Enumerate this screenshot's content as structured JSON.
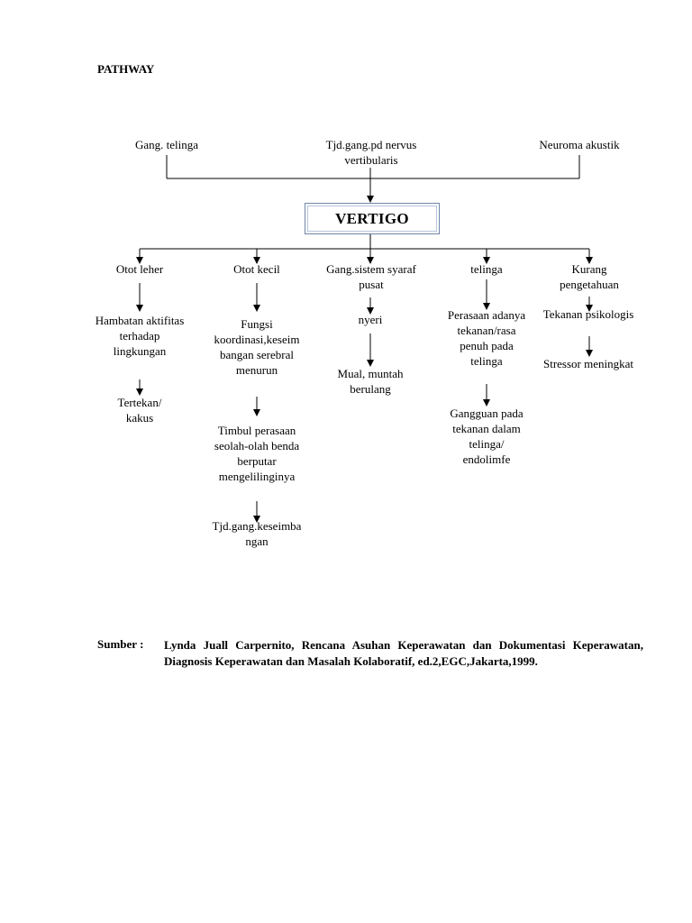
{
  "title": "PATHWAY",
  "causes": {
    "gang_telinga": "Gang. telinga",
    "nervus": [
      "Tjd.gang.pd nervus",
      "vertibularis"
    ],
    "neuroma": "Neuroma akustik"
  },
  "center": "VERTIGO",
  "branches": {
    "otot_leher": {
      "head": "Otot leher",
      "step1": [
        "Hambatan aktifitas",
        "terhadap",
        "lingkungan"
      ],
      "step2": [
        "Tertekan/",
        "kakus"
      ]
    },
    "otot_kecil": {
      "head": "Otot kecil",
      "step1": [
        "Fungsi",
        "koordinasi,keseim",
        "bangan serebral",
        "menurun"
      ],
      "step2": [
        "Timbul perasaan",
        "seolah-olah benda",
        "berputar",
        "mengelilinginya"
      ],
      "step3": [
        "Tjd.gang.keseimba",
        "ngan"
      ]
    },
    "syaraf": {
      "head": [
        "Gang.sistem syaraf",
        "pusat"
      ],
      "step1": "nyeri",
      "step2": [
        "Mual, muntah",
        "berulang"
      ]
    },
    "telinga": {
      "head": "telinga",
      "step1": [
        "Perasaan adanya",
        "tekanan/rasa",
        "penuh pada",
        "telinga"
      ],
      "step2": [
        "Gangguan pada",
        "tekanan dalam",
        "telinga/",
        "endolimfe"
      ]
    },
    "pengetahuan": {
      "head": [
        "Kurang",
        "pengetahuan"
      ],
      "step1": "Tekanan psikologis",
      "step2": "Stressor meningkat"
    }
  },
  "source": {
    "label": "Sumber :",
    "text": "Lynda Juall Carpernito, Rencana Asuhan Keperawatan dan Dokumentasi Keperawatan, Diagnosis Keperawatan dan Masalah Kolaboratif, ed.2,EGC,Jakarta,1999."
  }
}
